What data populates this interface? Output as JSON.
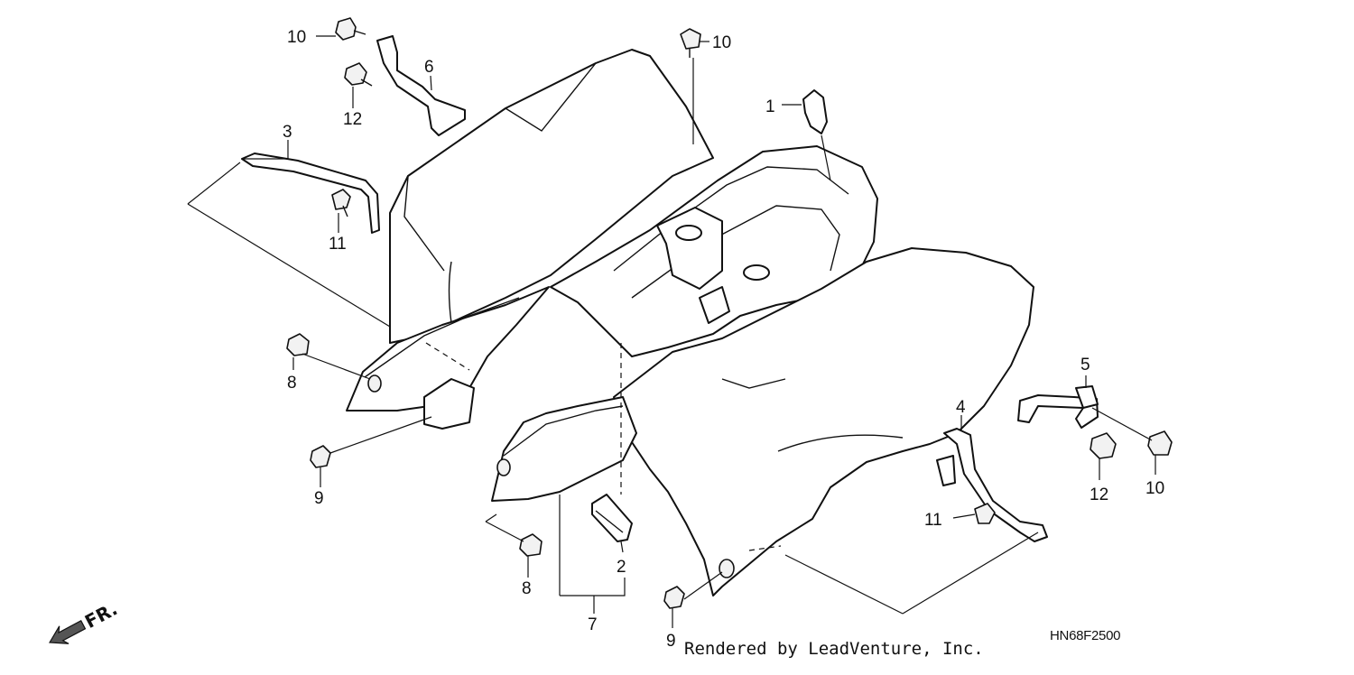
{
  "diagram": {
    "callouts": [
      {
        "id": "c1",
        "text": "1"
      },
      {
        "id": "c2",
        "text": "2"
      },
      {
        "id": "c3",
        "text": "3"
      },
      {
        "id": "c4",
        "text": "4"
      },
      {
        "id": "c5",
        "text": "5"
      },
      {
        "id": "c6",
        "text": "6"
      },
      {
        "id": "c7",
        "text": "7"
      },
      {
        "id": "c8a",
        "text": "8"
      },
      {
        "id": "c8b",
        "text": "8"
      },
      {
        "id": "c9a",
        "text": "9"
      },
      {
        "id": "c9b",
        "text": "9"
      },
      {
        "id": "c10a",
        "text": "10"
      },
      {
        "id": "c10b",
        "text": "10"
      },
      {
        "id": "c10c",
        "text": "10"
      },
      {
        "id": "c11a",
        "text": "11"
      },
      {
        "id": "c11b",
        "text": "11"
      },
      {
        "id": "c12a",
        "text": "12"
      },
      {
        "id": "c12b",
        "text": "12"
      }
    ],
    "direction_label": "FR.",
    "credit": "Rendered by LeadVenture, Inc.",
    "diagram_code": "HN68F2500"
  }
}
